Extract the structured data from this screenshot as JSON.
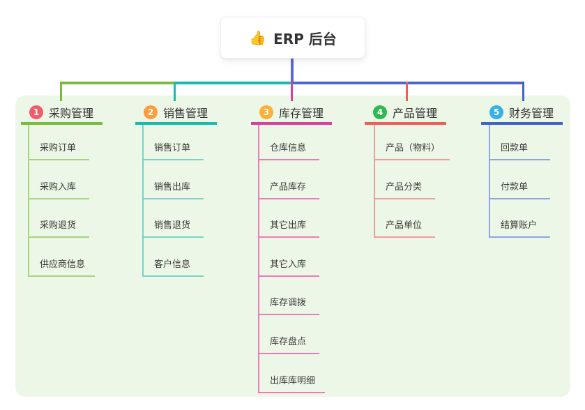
{
  "root": {
    "emoji": "👍",
    "emoji_name": "thumbs-up-icon",
    "title": "ERP 后台"
  },
  "connectors": {
    "root_line": "#5a68cf",
    "bus_segments": [
      "#7cb93f",
      "#16bcab",
      "#4a66d0"
    ]
  },
  "branches": [
    {
      "number": "1",
      "label": "采购管理",
      "accent": "#7cb93f",
      "sub_accent": "#a8d47f",
      "badge": "#f25b69",
      "items": [
        "采购订单",
        "采购入库",
        "采购退货",
        "供应商信息"
      ]
    },
    {
      "number": "2",
      "label": "销售管理",
      "accent": "#16bcab",
      "sub_accent": "#78d3c8",
      "badge": "#ff9b40",
      "items": [
        "销售订单",
        "销售出库",
        "销售退货",
        "客户信息"
      ]
    },
    {
      "number": "3",
      "label": "库存管理",
      "accent": "#da3f9d",
      "sub_accent": "#f07ab8",
      "badge": "#ffaf35",
      "items": [
        "仓库信息",
        "产品库存",
        "其它出库",
        "其它入库",
        "库存调拨",
        "库存盘点",
        "出库库明细"
      ]
    },
    {
      "number": "4",
      "label": "产品管理",
      "accent": "#f15b5b",
      "sub_accent": "#f59b9b",
      "badge": "#2eb850",
      "items": [
        "产品（物料）",
        "产品分类",
        "产品单位"
      ]
    },
    {
      "number": "5",
      "label": "财务管理",
      "accent": "#3e63c9",
      "sub_accent": "#8ca5e2",
      "badge": "#36b0e8",
      "items": [
        "回款单",
        "付款单",
        "结算账户"
      ]
    }
  ]
}
